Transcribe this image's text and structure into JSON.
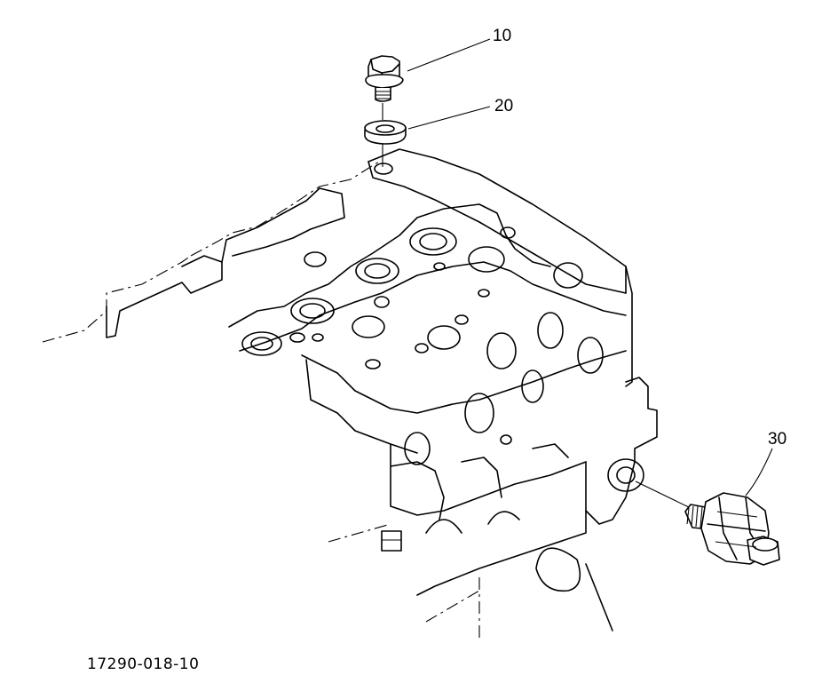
{
  "callouts": {
    "bolt": "10",
    "washer": "20",
    "sensor": "30"
  },
  "figure_number": "17290-018-10",
  "colors": {
    "ink": "#000000",
    "background": "#ffffff"
  }
}
